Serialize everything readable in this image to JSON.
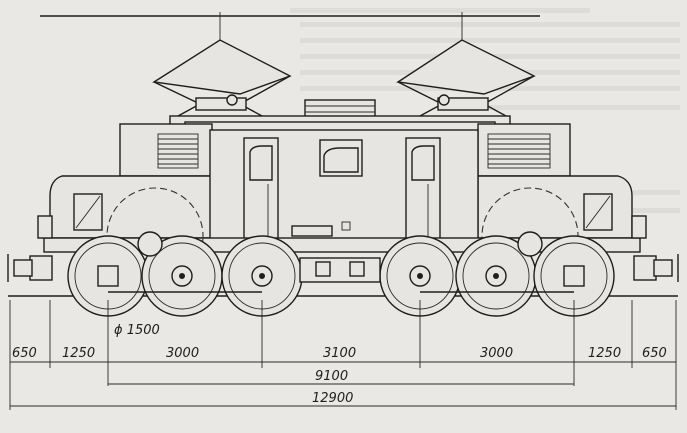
{
  "drawing": {
    "subject": "locomotive side elevation",
    "wheel_diameter_label": "ϕ 1500",
    "dimension_labels": {
      "left_overhang": "650",
      "left_buffer_to_axle": "1250",
      "left_axle_group": "3000",
      "center_span": "3100",
      "right_axle_group": "3000",
      "right_buffer_to_axle": "1250",
      "right_overhang": "650",
      "wheelbase_total": "9100",
      "length_over_buffers": "12900"
    },
    "colors": {
      "paper": "#e9e8e4",
      "ink": "#1e1e1e"
    }
  }
}
